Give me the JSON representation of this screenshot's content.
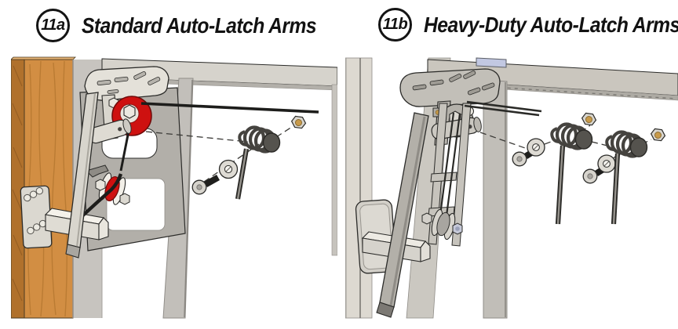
{
  "header": {
    "figures": [
      {
        "badge": "11a",
        "title": "Standard Auto-Latch Arms"
      },
      {
        "badge": "11b",
        "title": "Heavy-Duty Auto-Latch Arms"
      }
    ]
  },
  "colors": {
    "pulley_red": "#ce1110",
    "wood_face": "#d28e43",
    "wood_edge": "#b0712c",
    "accent_blue": "#c2c8e2",
    "brass": "#c89a4a",
    "cable": "#1d1d1b"
  },
  "illustration": {
    "figure_a_parts": [
      "wood-door",
      "door-jamb",
      "track-beam",
      "frame-column",
      "mounting-plate",
      "upper-pulley-red",
      "roller-pin",
      "drive-cable",
      "lower-pulley-red",
      "latch-arm",
      "strike-plate",
      "latch-bar",
      "hex-bolt",
      "flat-washer",
      "torsion-spring",
      "hex-nut"
    ],
    "figure_b_parts": [
      "door-post",
      "track-beam",
      "frame-column",
      "mounting-plate",
      "upper-pulley-gray",
      "roller-pin",
      "double-drive-cable",
      "ladder-frame",
      "lower-pulley",
      "heavy-duty-latch-arm",
      "receiver-plate",
      "latch-bar",
      "hex-bolt-1",
      "flat-washer-1",
      "torsion-spring-1",
      "hex-nut-1",
      "hex-bolt-2",
      "flat-washer-2",
      "torsion-spring-2",
      "hex-nut-2"
    ]
  }
}
